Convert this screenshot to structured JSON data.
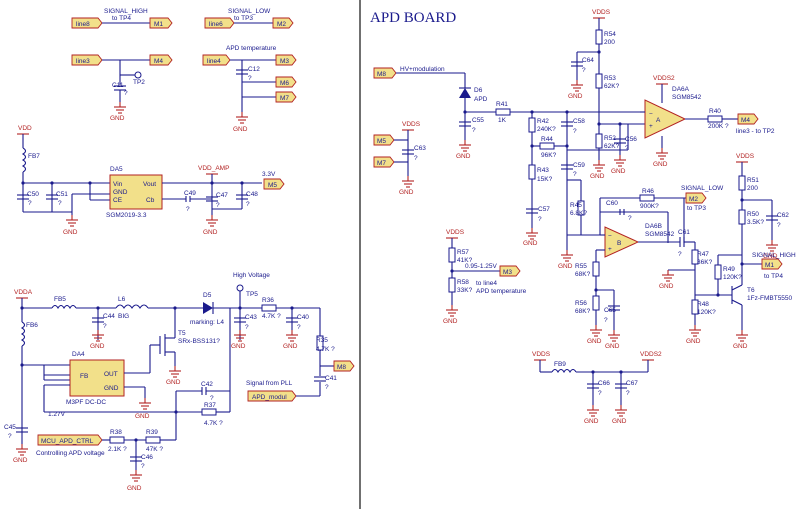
{
  "board_title": "APD BOARD",
  "nets": {
    "gnd": "GND",
    "vdd": "VDD",
    "vdds": "VDDS",
    "vdds2": "VDDS2",
    "vdda": "VDDA",
    "vdd_amp": "VDD_AMP"
  },
  "ports": {
    "m1": "M1",
    "m2": "M2",
    "m3": "M3",
    "m4": "M4",
    "m5": "M5",
    "m6": "M6",
    "m7": "M7",
    "m8": "M8"
  },
  "flags": {
    "line8": "line8",
    "line6": "line6",
    "line3": "line3",
    "line4": "line4",
    "mcu": "MCU_APD_CTRL",
    "apd_mod": "APD_modul"
  },
  "texts": {
    "sig_high_tp4": "SIGNAL_HIGH",
    "to_tp4": "to TP4",
    "sig_low_tp3": "SIGNAL_LOW",
    "to_tp3": "to TP3",
    "apd_temp": "APD temperature",
    "tp2": "TP2",
    "v33": "3.3V",
    "hv": "High Voltage",
    "tp5": "TP5",
    "marking": "marking: L4",
    "sig_pll": "Signal from PLL",
    "ctrl_apd": "Controlling APD voltage",
    "hv_mod": "HV+modulation",
    "apd": "APD",
    "line3_tp2": "line3 - to TP2",
    "sig_low": "SIGNAL_LOW",
    "to_tp3b": "to TP3",
    "sig_high": "SIGNAL_HIGH",
    "to_tp4b": "to TP4",
    "to_line4": "to line4",
    "apd_temp2": "APD temperature",
    "v095": "0.95-1.25V",
    "v127": "1.27V"
  },
  "parts": {
    "c11": "C11",
    "c12": "C12",
    "fb7": "FB7",
    "c50": "C50",
    "c51": "C51",
    "da5": "DA5",
    "da5_part": "SGM2019-3.3",
    "vin": "Vin",
    "gndpin": "GND",
    "ce": "CE",
    "vout": "Vout",
    "cb": "Cb",
    "c49": "C49",
    "c47": "C47",
    "c48": "C48",
    "fb5": "FB5",
    "l6": "L6",
    "l6v": "BIG",
    "c44": "C44",
    "d5": "D5",
    "c43": "C43",
    "r36": "R36",
    "r36v": "4.7K ?",
    "c40": "C40",
    "fb6": "FB6",
    "t5": "T5",
    "t5p": "SRx-BSS131?",
    "da4": "DA4",
    "da4_part": "M3PF DC-DC",
    "fb": "FB",
    "out": "OUT",
    "gnd2": "GND",
    "c42": "C42",
    "r37": "R37",
    "r37v": "4.7K ?",
    "r35": "R35",
    "r35v": "4.7K ?",
    "c41": "C41",
    "c45": "C45",
    "r38": "R38",
    "r38v": "2.1K ?",
    "r39": "R39",
    "r39v": "47K ?",
    "c46": "C46",
    "d6": "D6",
    "c55": "C55",
    "r41": "R41",
    "r41v": "1K",
    "r42": "R42",
    "r42v": "240K?",
    "r44": "R44",
    "r44v": "96K?",
    "r43": "R43",
    "r43v": "15K?",
    "c57": "C57",
    "c58": "C58",
    "c59": "C59",
    "r54": "R54",
    "r54v": "200",
    "c64": "C64",
    "r53": "R53",
    "r53v": "62K?",
    "r52": "R52",
    "r52v": "62K?",
    "c56": "C56",
    "da6a": "DA6A",
    "da6a_part": "SGM8542",
    "a": "A",
    "r40": "R40",
    "r40v": "200K ?",
    "c63": "C63",
    "r45": "R45",
    "r45v": "6.8K?",
    "c60": "C60",
    "r46": "R46",
    "r46v": "900K?",
    "da6b": "DA6B",
    "da6b_part": "SGM8542",
    "b": "B",
    "c61": "C61",
    "r47": "R47",
    "r47v": "36K?",
    "r55": "R55",
    "r55v": "68K?",
    "r56": "R56",
    "r56v": "68K?",
    "c65": "C65",
    "r51": "R51",
    "r51v": "200",
    "r50": "R50",
    "r50v": "3.5K?",
    "c62": "C62",
    "r49": "R49",
    "r49v": "120K?",
    "r48": "R48",
    "r48v": "120K?",
    "t6": "T6",
    "t6p": "1Fz-FMBT5550",
    "r57": "R57",
    "r57v": "41K?",
    "r58": "R58",
    "r58v": "33K?",
    "fb9": "FB9",
    "c66": "C66",
    "c67": "C67",
    "q": "?"
  }
}
